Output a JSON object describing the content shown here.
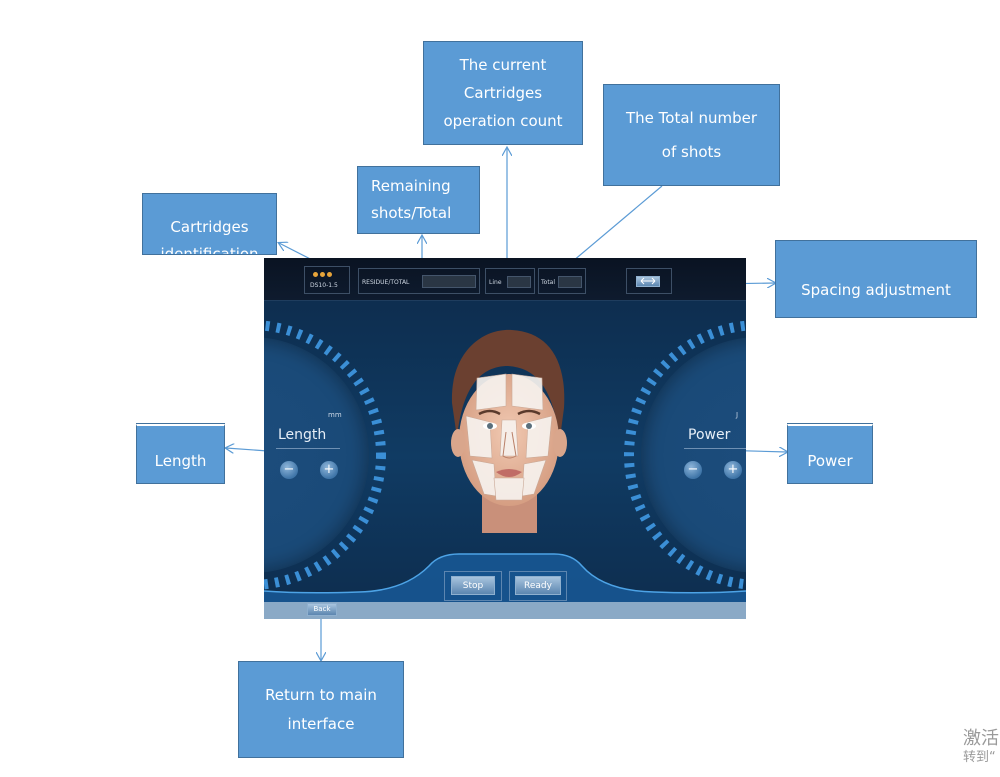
{
  "callouts": {
    "cartridge_count": [
      "The current",
      "Cartridges",
      "operation count"
    ],
    "total_shots": [
      "The Total number",
      "of shots"
    ],
    "remaining": [
      "Remaining",
      "shots/Total"
    ],
    "cartridge_id": [
      "Cartridges",
      "identification"
    ],
    "spacing": [
      "Spacing adjustment"
    ],
    "length": [
      "Length"
    ],
    "power": [
      "Power"
    ],
    "return": [
      "Return to main",
      "interface"
    ]
  },
  "device": {
    "topbar": {
      "cartridge_code": "DS10-1.5",
      "residue_label": "RESIDUE/TOTAL",
      "line_label": "Line",
      "total_label": "Total"
    },
    "left_dial": {
      "label": "Length",
      "unit": "mm",
      "minus": "−",
      "plus": "+"
    },
    "right_dial": {
      "label": "Power",
      "unit": "J",
      "minus": "−",
      "plus": "+"
    },
    "buttons": {
      "stop": "Stop",
      "ready": "Ready",
      "back": "Back"
    }
  },
  "corner": {
    "line1": "激活",
    "line2": "转到“"
  },
  "colors": {
    "callout": "#5b9bd5",
    "callout_border": "#41719c",
    "arrow": "#5b9bd5",
    "screen": "#103b63"
  }
}
